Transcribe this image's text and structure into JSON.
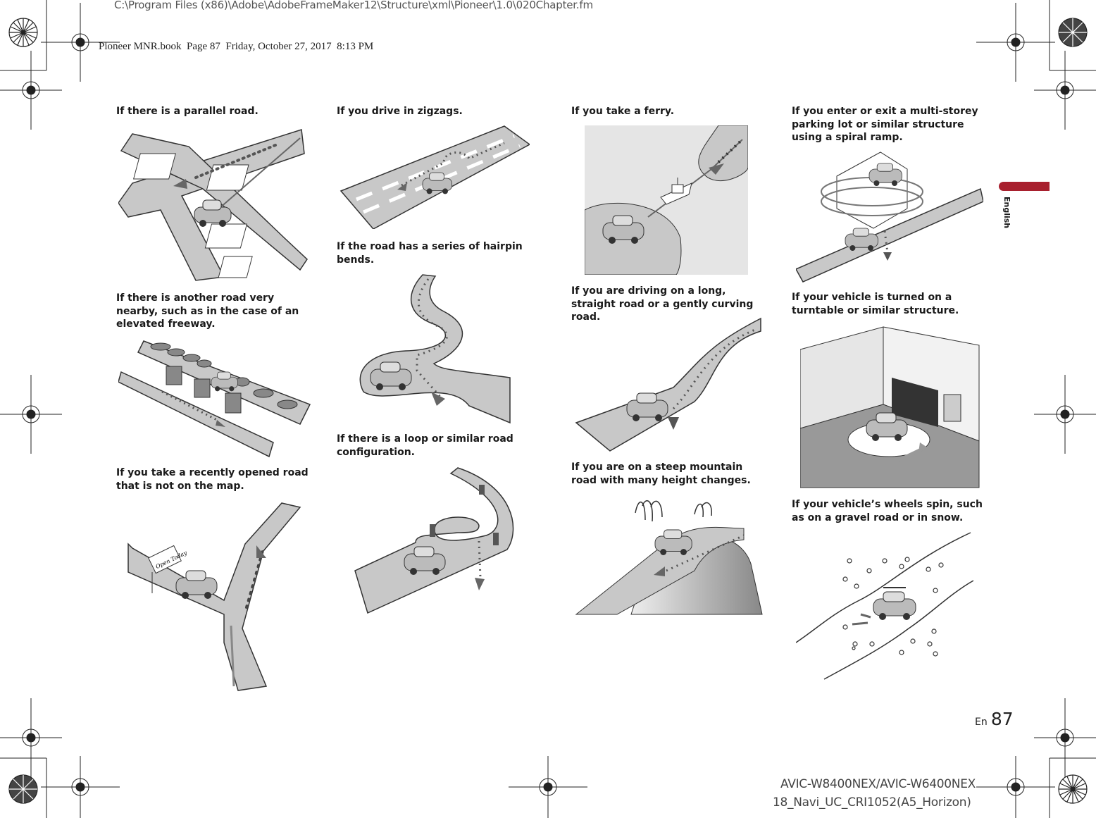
{
  "header": {
    "file_path": "C:\\Program Files (x86)\\Adobe\\AdobeFrameMaker12\\Structure\\xml\\Pioneer\\1.0\\020Chapter.fm",
    "book_line": "Pioneer MNR.book  Page 87  Friday, October 27, 2017  8:13 PM"
  },
  "side_tab": {
    "label": "English",
    "color": "#a8202e"
  },
  "captions": {
    "parallel_road": "If there is a parallel road.",
    "nearby_road": "If there is another road very nearby, such as in the case of an elevated freeway.",
    "new_road": "If you take a recently opened road that is not on the map.",
    "zigzag": "If you drive in zigzags.",
    "hairpin": "If the road has a series of hairpin bends.",
    "loop": "If there is a loop or similar road configuration.",
    "ferry": "If you take a ferry.",
    "long_road": "If you are driving on a long, straight road or a gently curving road.",
    "mountain": "If you are on a steep mountain road with many height changes.",
    "spiral": "If you enter or exit a multi-storey parking lot or similar structure using a spiral ramp.",
    "turntable": "If your vehicle is turned on a turntable or similar structure.",
    "wheels_spin": "If your vehicle’s wheels spin, such as on a gravel road or in snow."
  },
  "illustrations": {
    "sign_text": "Open Today"
  },
  "footer": {
    "page_prefix": "En",
    "page_number": "87",
    "model": "AVIC-W8400NEX/AVIC-W6400NEX",
    "doc_code": "18_Navi_UC_CRI1052(A5_Horizon)"
  }
}
